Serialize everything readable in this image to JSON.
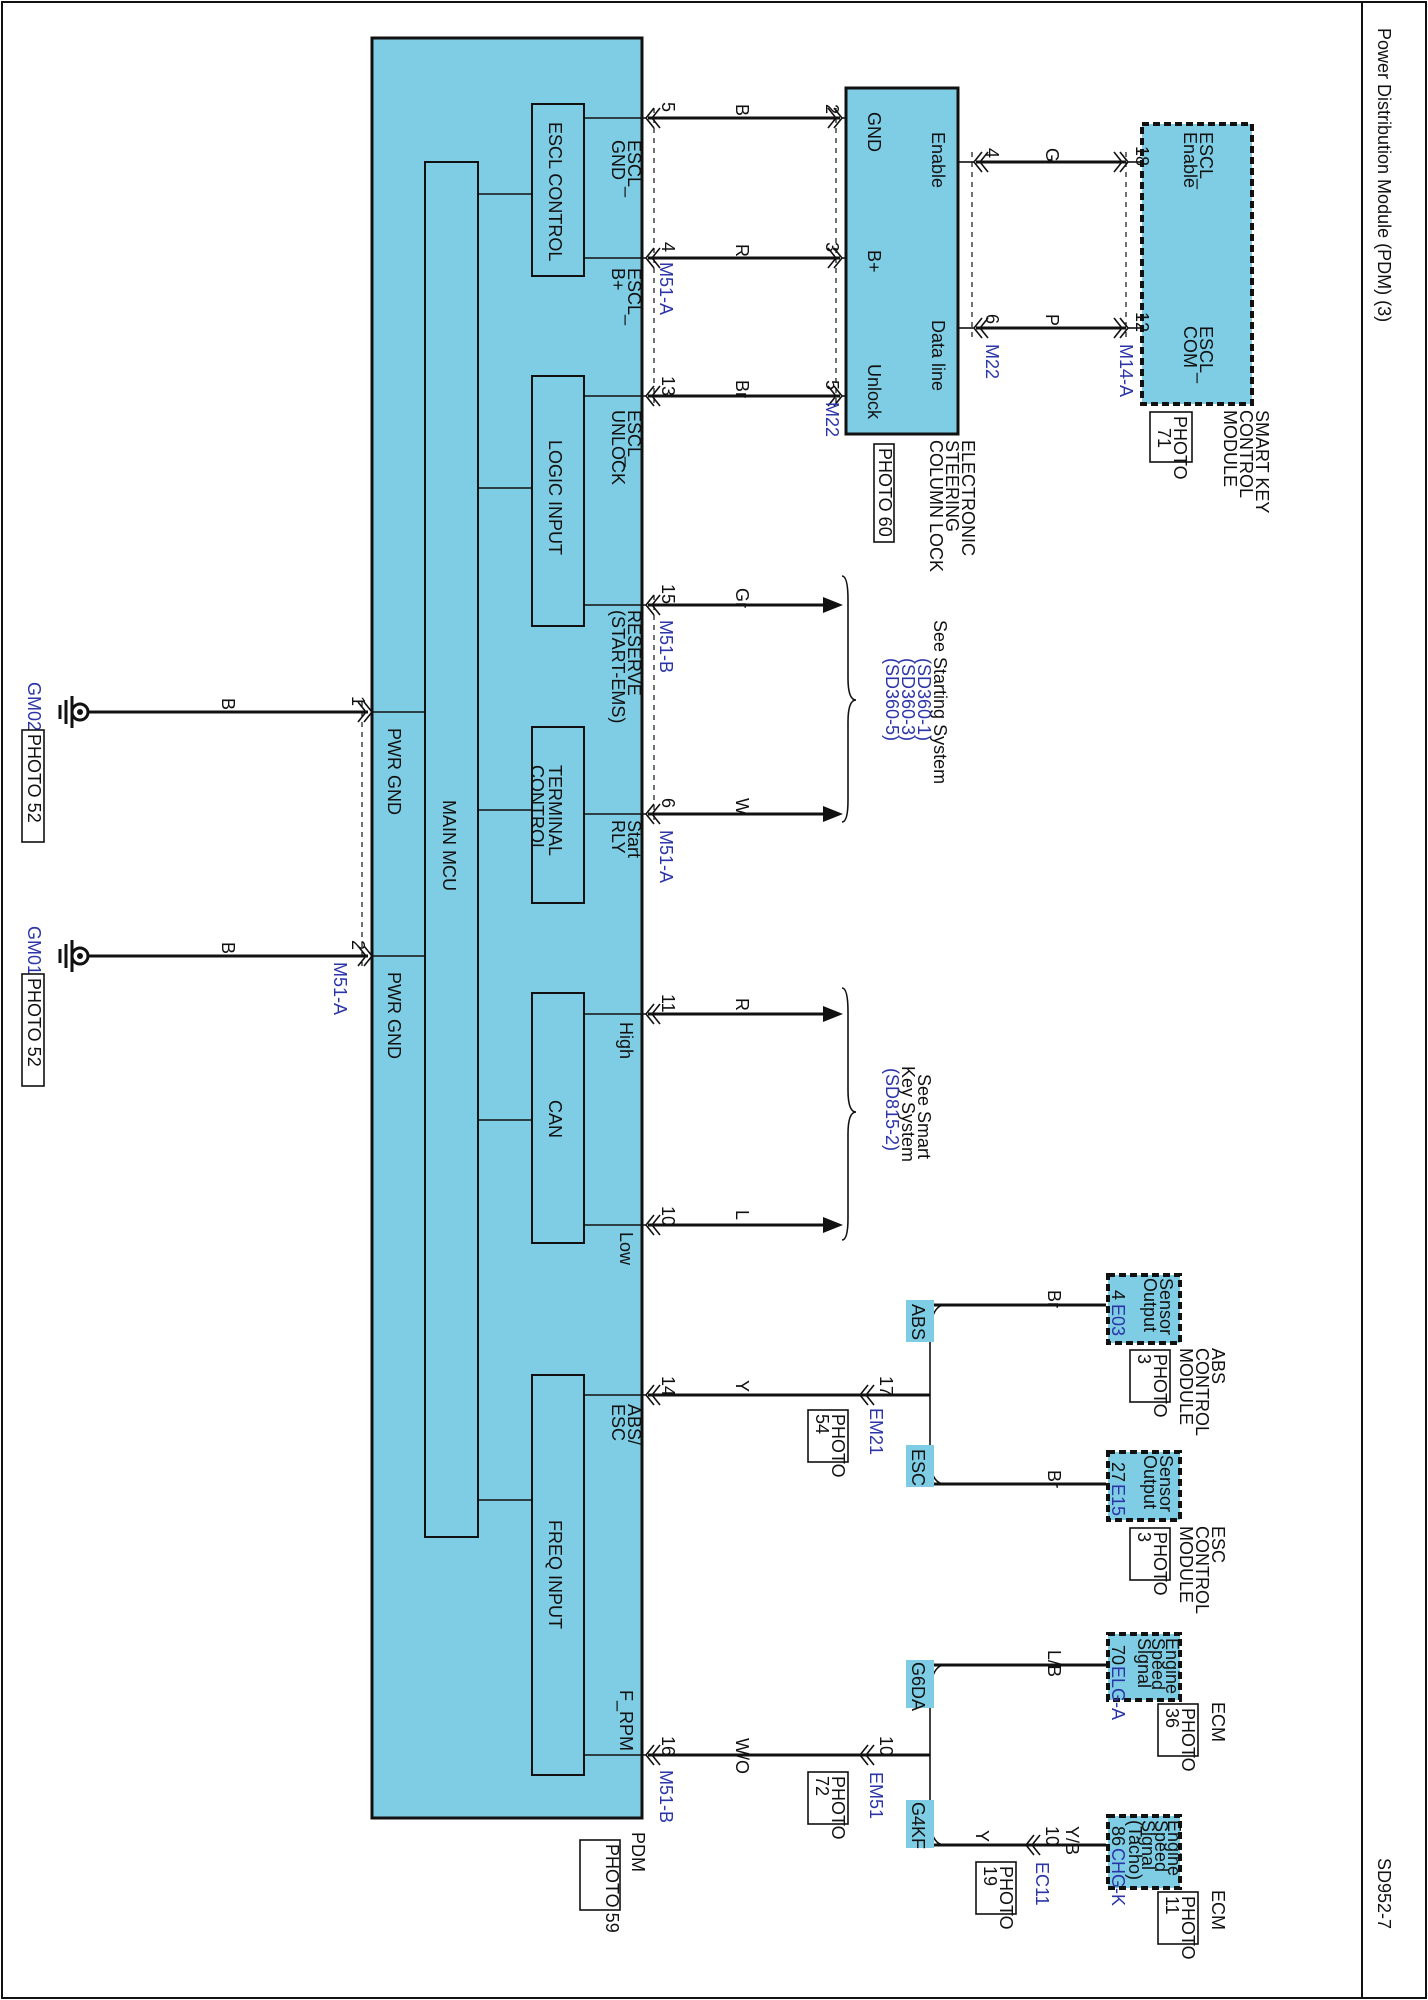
{
  "header": {
    "title": "Power Distribution Module (PDM) (3)",
    "code": "SD952-7"
  },
  "pdm": {
    "name": "PDM",
    "photo": "PHOTO 59",
    "connector_a1": "M51-A",
    "connector_a2": "M51-A",
    "connector_a3": "M51-A",
    "connector_b1": "M51-B",
    "connector_b2": "M51-B",
    "main_mcu": "MAIN MCU",
    "blocks": {
      "escl_control": "ESCL CONTROL",
      "logic_input": "LOGIC INPUT",
      "terminal_control_1": "TERMINAL",
      "terminal_control_2": "CONTROL",
      "can": "CAN",
      "freq_input": "FREQ INPUT"
    },
    "pins": {
      "escl_gnd_1": "ESCL_",
      "escl_gnd_2": "GND",
      "escl_bplus_1": "ESCL_",
      "escl_bplus_2": "B+",
      "escl_unlock_1": "ESCL_",
      "escl_unlock_2": "UNLOCK",
      "reserve_1": "RESERVE",
      "reserve_2": "(START-EMS)",
      "start_rly_1": "Start",
      "start_rly_2": "RLY",
      "high": "High",
      "low": "Low",
      "abs_esc_1": "ABS/",
      "abs_esc_2": "ESC",
      "f_rpm": "F_RPM",
      "pwr_gnd_1": "PWR GND",
      "pwr_gnd_2": "PWR GND"
    }
  },
  "wires": {
    "n5": "5",
    "c5": "B",
    "n4": "4",
    "c4": "R",
    "n13": "13",
    "c13": "Br",
    "n15": "15",
    "c15": "Gr",
    "n6": "6",
    "c6": "W",
    "n11": "11",
    "c11": "R",
    "n10": "10",
    "c10": "L",
    "n14": "14",
    "c14": "Y",
    "n16": "16",
    "c16": "W/O",
    "gnd1_num": "1",
    "gnd1_color": "B",
    "gnd2_num": "2",
    "gnd2_color": "B"
  },
  "grounds": {
    "gm02": "GM02",
    "gm02_photo": "PHOTO 52",
    "gm01": "GM01",
    "gm01_photo": "PHOTO 52"
  },
  "escl": {
    "name_1": "ELECTRONIC",
    "name_2": "STEERING",
    "name_3": "COLUMN LOCK",
    "photo": "PHOTO 60",
    "gnd": "GND",
    "bplus": "B+",
    "unlock": "Unlock",
    "enable": "Enable",
    "data_line": "Data line",
    "pin2": "2",
    "pin3": "3",
    "pin5": "5",
    "pin4": "4",
    "pin6": "6",
    "connector_1": "M22",
    "connector_2": "M22"
  },
  "smart_key": {
    "name_1": "SMART KEY",
    "name_2": "CONTROL",
    "name_3": "MODULE",
    "photo_1": "PHOTO",
    "photo_2": "71",
    "enable_1": "ESCL_",
    "enable_2": "Enable",
    "com_1": "ESCL_",
    "com_2": "COM",
    "pin18": "18",
    "pin12": "12",
    "connector": "M14-A",
    "c_enable": "G",
    "c_com": "P"
  },
  "see_starting": {
    "line1": "See Starting System",
    "line2": "(SD360-1)",
    "line3": "(SD360-3)",
    "line4": "(SD360-5)"
  },
  "see_smart": {
    "line1": "See Smart",
    "line2": "Key System",
    "line3": "(SD815-2)"
  },
  "abs_module": {
    "name_1": "ABS",
    "name_2": "CONTROL",
    "name_3": "MODULE",
    "photo_1": "PHOTO",
    "photo_2": "3",
    "pin_label_1": "Sensor",
    "pin_label_2": "Output",
    "pin": "4",
    "connector": "E03",
    "wire_color": "Br"
  },
  "esc_module": {
    "name_1": "ESC",
    "name_2": "CONTROL",
    "name_3": "MODULE",
    "photo_1": "PHOTO",
    "photo_2": "3",
    "pin_label_1": "Sensor",
    "pin_label_2": "Output",
    "pin": "27",
    "connector": "E15",
    "wire_color": "Br"
  },
  "tags": {
    "abs": "ABS",
    "esc": "ESC",
    "g6da": "G6DA",
    "g4kf": "G4KF"
  },
  "em21": {
    "name": "EM21",
    "pin": "17",
    "photo_1": "PHOTO",
    "photo_2": "54"
  },
  "em51": {
    "name": "EM51",
    "pin": "10",
    "photo_1": "PHOTO",
    "photo_2": "72"
  },
  "ecm_g6da": {
    "name": "ECM",
    "photo_1": "PHOTO",
    "photo_2": "36",
    "pin_label_1": "Engine",
    "pin_label_2": "Speed",
    "pin_label_3": "Signal",
    "pin": "70",
    "connector": "ELG-A",
    "wire_color": "L/B"
  },
  "ecm_g4kf": {
    "name": "ECM",
    "photo_1": "PHOTO",
    "photo_2": "11",
    "pin_label_1": "Engine",
    "pin_label_2": "Speed",
    "pin_label_3": "Signal",
    "pin_label_4": "(Tacho)",
    "pin": "86",
    "connector": "CHG-K",
    "wire_color": "Y/B"
  },
  "ec11": {
    "name": "EC11",
    "pin": "10",
    "photo_1": "PHOTO",
    "photo_2": "19",
    "wire_color": "Y"
  }
}
